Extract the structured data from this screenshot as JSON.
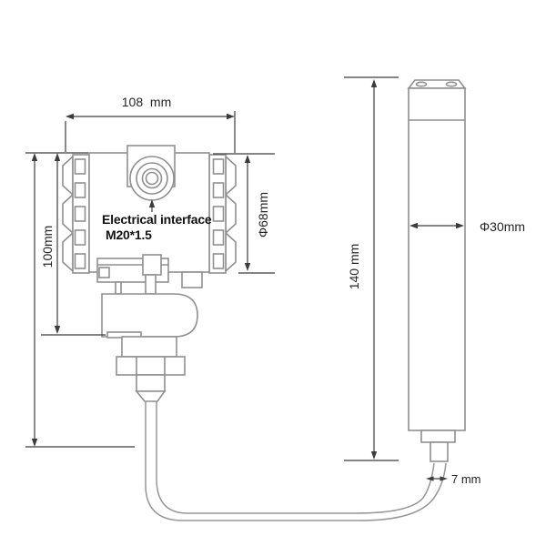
{
  "drawing": {
    "labels": {
      "top_width": "108  mm",
      "body_height": "100mm",
      "electrical_interface": "Electrical interface",
      "thread_spec": "M20*1.5",
      "housing_diameter": "Φ68mm",
      "probe_height": "140 mm",
      "probe_diameter": "Φ30mm",
      "cable_diameter": "7 mm"
    },
    "colors": {
      "background": "#ffffff",
      "device_line": "#8f8f8f",
      "dimension_line": "#3c3c3c",
      "label_text": "#242424",
      "annotation_text": "#111111"
    }
  }
}
